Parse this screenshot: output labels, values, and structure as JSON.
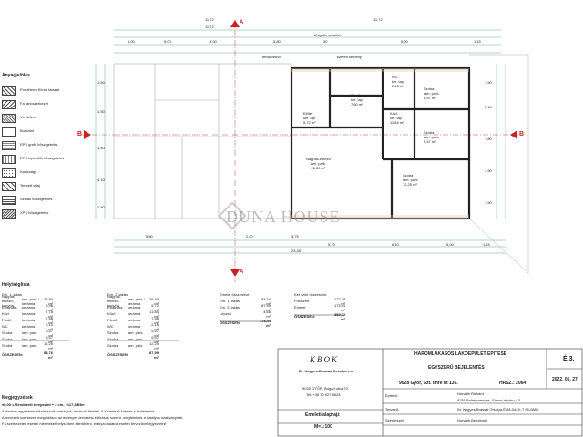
{
  "dimensions": {
    "top_total": "11,72",
    "top_total2": "11,72",
    "top_span": "11,72",
    "top_segments": [
      "1,00",
      "5,00",
      "3,00",
      "5,80",
      "30",
      "5,00",
      "1,15"
    ],
    "bottom_segments": [
      "5,80",
      "2,00",
      "3,75",
      "5,70",
      "6,10",
      "5,00",
      "1,15"
    ],
    "bottom_total": "23,45",
    "right_ticks": [
      "1,50",
      "3,10",
      "1,80",
      "1,90",
      "1,50"
    ],
    "left_ticks": [
      "1,50",
      "1,50",
      "3,40",
      "4,10",
      "1,80"
    ]
  },
  "header_labels": {
    "facade": "tűzgátló oromfal",
    "window": "tetőkiőbűvő",
    "wall": "szerelt kémény"
  },
  "section_markers": {
    "left": "B",
    "right": "B",
    "top": "A",
    "bottom": "A"
  },
  "legend": {
    "title": "Anyagjelölés",
    "items": [
      "Porotherm Klíma falazat",
      "Fa tartószerkezet",
      "Vb födém",
      "Burkolat",
      "EPS grafit hőszigetelés",
      "EPS lépésálló hőszigetelés",
      "Kavicságy",
      "Termett talaj",
      "Szálas hőszigetelés",
      "XPS hőszigetelés"
    ]
  },
  "rooms": [
    {
      "name": "Nappali-étkező",
      "floor": "lam. park.",
      "area": "26,30 m²"
    },
    {
      "name": "Fürdő",
      "floor": "ker. lap.",
      "area": "7,60 m²"
    },
    {
      "name": "Szoba",
      "floor": "lam. park.",
      "area": "9,57 m²"
    },
    {
      "name": "Szoba",
      "floor": "lam. park.",
      "area": "9,57 m²"
    },
    {
      "name": "Előtér",
      "floor": "ker. lap.",
      "area": "5,72 m²"
    },
    {
      "name": "Közl.",
      "floor": "ker. lap.",
      "area": "11,84 m²"
    },
    {
      "name": "Szoba",
      "floor": "lam. park.",
      "area": "12,25 m²"
    },
    {
      "name": "WC",
      "floor": "ker. lap.",
      "area": "2,16 m²"
    }
  ],
  "area_tables": {
    "title": "Helyiséglista",
    "t1_head": "Em. 1. lakás",
    "t1_rows": [
      [
        "Nappali-étkező-konyha",
        "lam. park / kerámia",
        "27,80 m²"
      ],
      [
        "Előszoba",
        "kerámia",
        "6,96 m²"
      ],
      [
        "Közl.",
        "kerámia",
        "7,78 m²"
      ],
      [
        "Fürdő",
        "kerámia",
        "7,58 m²"
      ],
      [
        "WC",
        "kerámia",
        "2,10 m²"
      ],
      [
        "Szoba",
        "lam. park",
        "9,57 m²"
      ],
      [
        "Szoba",
        "lam. park",
        "9,57 m²"
      ],
      [
        "Szoba",
        "lam. park",
        "12,25 m²"
      ]
    ],
    "t1_total_label": "ÖSSZESEN:",
    "t1_total": "83,76 m²",
    "t2_head": "Em. 2. lakás",
    "t2_rows": [
      [
        "Nappali-étkező-konyha",
        "lam. park / kerámia",
        "26,30 m²"
      ],
      [
        "Előszoba",
        "kerámia",
        "5,72 m²"
      ],
      [
        "Közl.",
        "kerámia",
        "11,84 m²"
      ],
      [
        "Fürdő",
        "kerámia",
        "7,58 m²"
      ],
      [
        "WC",
        "kerámia",
        "2,16 m²"
      ],
      [
        "Szoba",
        "lam. park",
        "9,57 m²"
      ],
      [
        "Szoba",
        "lam. park",
        "9,57 m²"
      ],
      [
        "Szoba",
        "lam. park",
        "12,25 m²"
      ]
    ],
    "t2_total_label": "ÖSSZESEN:",
    "t2_total": "87,99 m²",
    "t3_head": "Emelet összesítve",
    "t3_rows": [
      [
        "Em. 1. lakás",
        "",
        "83,76 m²"
      ],
      [
        "Em. 2. lakás",
        "",
        "87,99 m²"
      ],
      [
        "Lépcső",
        "",
        "4,66 m²"
      ]
    ],
    "t3_total_label": "ÖSSZESEN:",
    "t3_total": "175,44 m²",
    "t4_head": "Két szint összesítve",
    "t4_rows": [
      [
        "Földszint",
        "",
        "177,28 m²"
      ],
      [
        "Emelet",
        "",
        "175,44 m²"
      ]
    ],
    "t4_total_label": "ÖSSZESEN:",
    "t4_total": "352,72 m²"
  },
  "notes": {
    "title": "Megjegyzések",
    "line1": "±0,00 = Rendezett terepszint + 2 cm, ~117,8 Bfm",
    "line2": "A tervben egyébként alkalmazott szabályok, leírások, tételek. A Kivitelező köteles a kivitelezést...",
    "line3": "A tervezett szerkezeti megoldások az érvényes tervezési előírások szerint, megfelelnek a hatályos szabványnak.",
    "line4": "Fa szerkezetek esetén méreteket helyszínen ellenőrizni, hiányzó adatok esetén tervezővel egyeztetni!"
  },
  "title_block": {
    "firm_logo": "KBOK",
    "firm_name": "Dr. Kegyes-Brassai Orsolya e.v.",
    "firm_addr": "9025 GYŐR, Brigád utca 70.",
    "firm_tel": "Tel: +36 30 927 8828",
    "project": "HÁROMLAKÁSOS LAKÓÉPÜLET ÉPÍTÉSE",
    "subtitle": "EGYSZERŰ BEJELENTÉS",
    "address": "9028 Győr, Szt. Imre út 135.",
    "hrsz": "HRSZ.: 2064",
    "sheet_no": "É.3.",
    "date": "2022. 05. 27.",
    "client_label": "Építető:",
    "client": "Horváth Richárd",
    "client_addr": "8255 Balatonrendes, Simon István u. 3.",
    "designer_label": "Tervező:",
    "designer": "Dr. Kegyes-Brassai Orsolya   É 08-0449; T 08-0886",
    "contact_label": "Szerkesztő:",
    "contact": "Horváth Bendegúz",
    "drawing_name": "Emeleti alaprajz",
    "scale": "M=1:100"
  },
  "watermark": "DUNA HOUSE"
}
